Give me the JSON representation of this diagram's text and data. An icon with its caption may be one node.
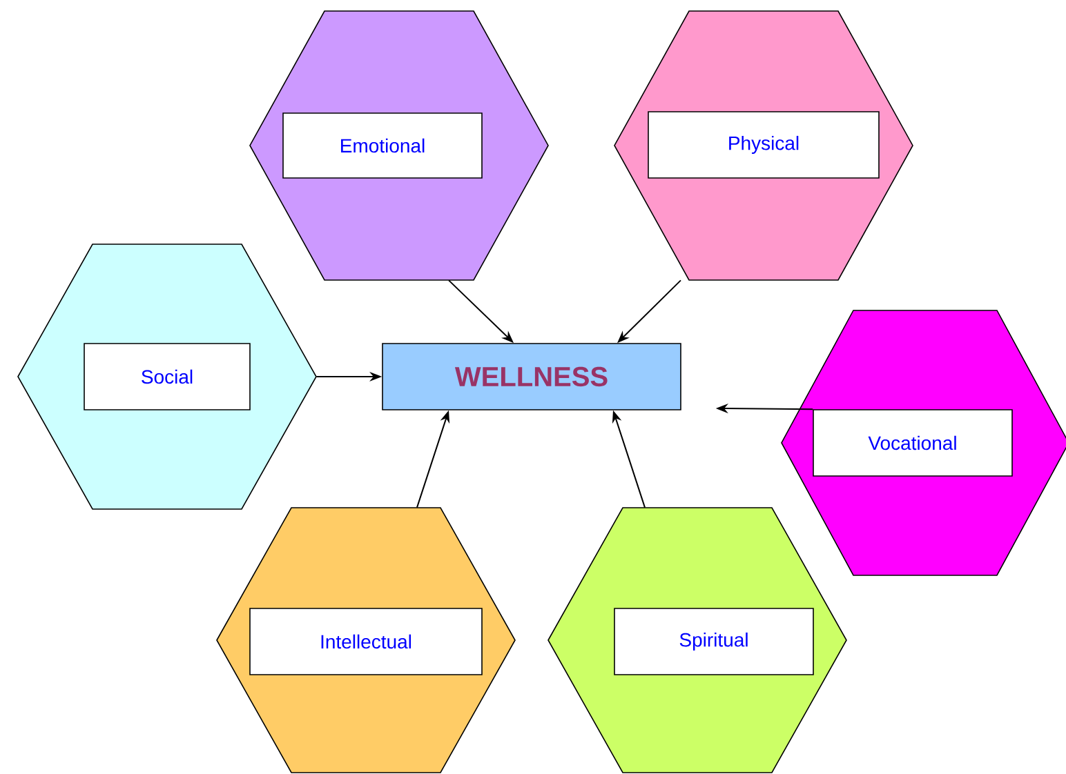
{
  "diagram": {
    "nodes": [
      {
        "text": [],
        "shape": "hexagon"
      },
      {
        "text": [
          "Emotional"
        ],
        "in": 0
      },
      {
        "text": [],
        "shape": "hexagon"
      },
      {
        "text": [
          "Physical"
        ],
        "in": 2
      },
      {
        "text": [],
        "shape": "hexagon"
      },
      {
        "text": [
          "Social"
        ],
        "in": 4
      },
      {
        "text": [
          "WELLNESS"
        ]
      },
      {
        "text": [],
        "shape": "hexagon"
      },
      {
        "text": [
          "Vocational"
        ],
        "in": 7
      },
      {
        "text": [],
        "shape": "hexagon"
      },
      {
        "text": [
          "Intellectual"
        ],
        "in": 9
      },
      {
        "text": [],
        "shape": "hexagon"
      },
      {
        "text": [
          "Spiritual"
        ],
        "in": 11
      }
    ],
    "edges": [
      {
        "from": 0,
        "to": 6,
        "arrow": "to"
      },
      {
        "from": 2,
        "to": 6,
        "arrow": "to"
      },
      {
        "from": 4,
        "to": 6,
        "arrow": "to"
      },
      {
        "from": 8,
        "to": 6,
        "arrow": "to"
      },
      {
        "from": 9,
        "to": 6,
        "arrow": "to"
      },
      {
        "from": 11,
        "to": 6,
        "arrow": "to"
      }
    ]
  }
}
